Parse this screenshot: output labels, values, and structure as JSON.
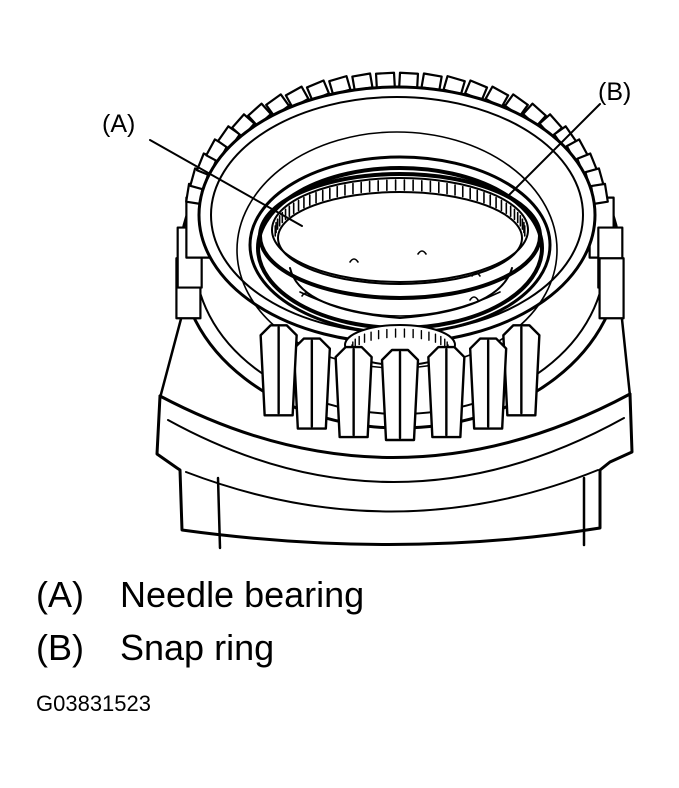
{
  "callouts": {
    "a": "(A)",
    "b": "(B)"
  },
  "legend": [
    {
      "key": "(A)",
      "label": "Needle bearing"
    },
    {
      "key": "(B)",
      "label": "Snap ring"
    }
  ],
  "figure_id": "G03831523",
  "colors": {
    "ink": "#000000",
    "paper": "#ffffff",
    "part_fill": "#ffffff"
  }
}
